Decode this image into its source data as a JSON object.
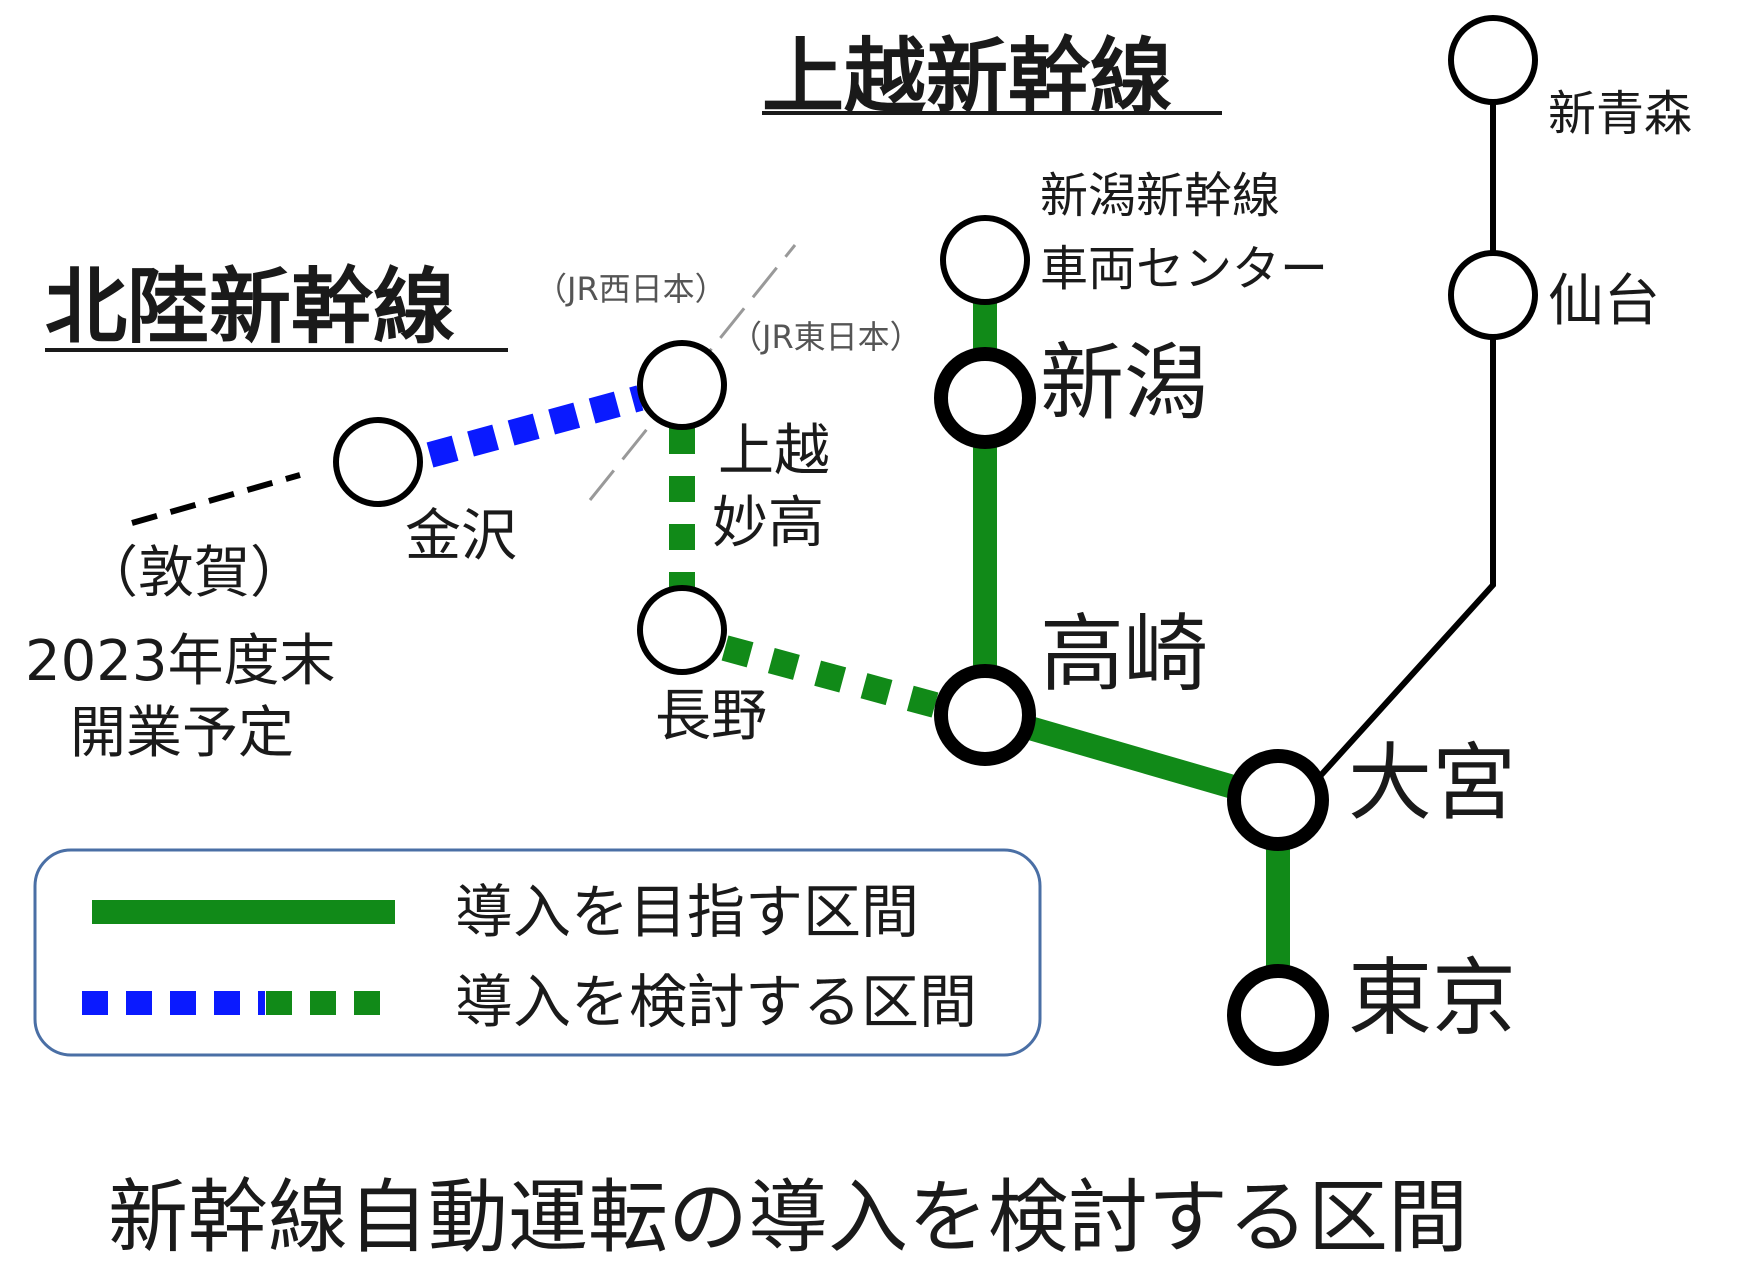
{
  "lines": {
    "joetsu": "上越新幹線",
    "hokuriku": "北陸新幹線"
  },
  "stations": {
    "shin_aomori": "新青森",
    "sendai": "仙台",
    "niigata_depot_1": "新潟新幹線",
    "niigata_depot_2": "車両センター",
    "niigata": "新潟",
    "joetsu_myoko_1": "上越",
    "joetsu_myoko_2": "妙高",
    "nagano": "長野",
    "kanazawa": "金沢",
    "takasaki": "高崎",
    "omiya": "大宮",
    "tokyo": "東京"
  },
  "tsuruga": {
    "name": "（敦賀）",
    "note_1": "2023年度末",
    "note_2": "開業予定"
  },
  "boundary": {
    "jr_west": "（JR西日本）",
    "jr_east": "（JR東日本）"
  },
  "legend": {
    "solid_label": "導入を目指す区間",
    "dotted_label": "導入を検討する区間"
  },
  "caption": "新幹線自動運転の導入を検討する区間",
  "colors": {
    "green": "#118a18",
    "blue": "#0a1aff",
    "black": "#000000",
    "legend_border": "#4a6fa5"
  }
}
